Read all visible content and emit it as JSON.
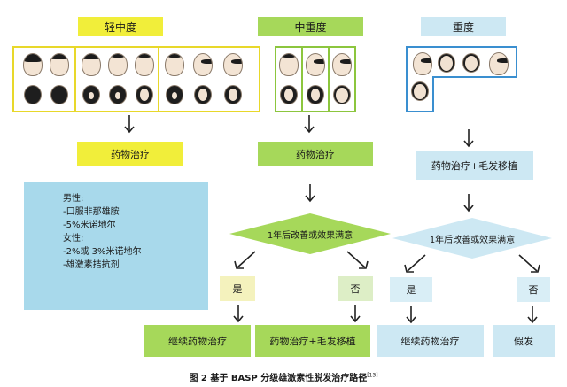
{
  "columns": {
    "mild": {
      "label": "轻中度",
      "treatment": "药物治疗"
    },
    "moderate": {
      "label": "中重度",
      "treatment": "药物治疗"
    },
    "severe": {
      "label": "重度",
      "treatment": "药物治疗+毛发移植"
    }
  },
  "decision": {
    "label": "1年后改善或效果满意"
  },
  "answers": {
    "yes": "是",
    "no": "否"
  },
  "outcomes": {
    "continue_green": "继续药物治疗",
    "drug_plus_transplant": "药物治疗+毛发移植",
    "continue_blue": "继续药物治疗",
    "wig": "假发"
  },
  "info_box": {
    "lines": [
      "男性:",
      "-口服非那雄胺",
      "-5%米诺地尔",
      "女性:",
      "-2%或 3%米诺地尔",
      "-雄激素拮抗剂"
    ]
  },
  "caption": {
    "text": "图 2   基于 BASP 分级雄激素性脱发治疗路径",
    "ref": "[13]"
  },
  "colors": {
    "yellow": "#f1ee3a",
    "green": "#a6d85a",
    "blue": "#cde8f3",
    "panel_yellow": "#e8d82a",
    "panel_green": "#8cc63e",
    "panel_blue": "#3a8fd0"
  }
}
